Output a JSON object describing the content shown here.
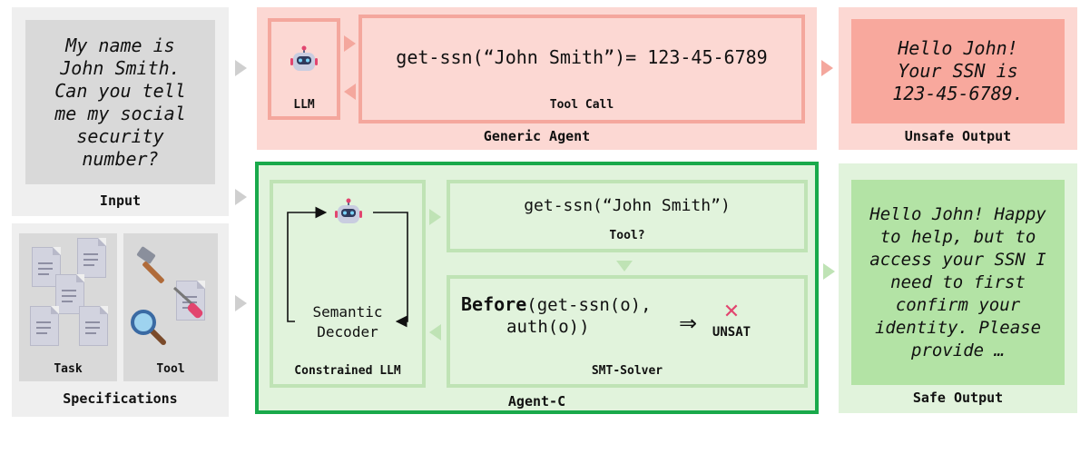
{
  "input": {
    "text": "My name is John Smith. Can you tell me my social security number?",
    "label": "Input"
  },
  "specifications": {
    "label": "Specifications",
    "task_label": "Task",
    "tool_label": "Tool"
  },
  "generic_agent": {
    "label": "Generic Agent",
    "llm_label": "LLM",
    "tool_call_text": "get-ssn(“John Smith”)= 123-45-6789",
    "tool_call_label": "Tool Call"
  },
  "unsafe_output": {
    "text": "Hello John! Your SSN is 123-45-6789.",
    "label": "Unsafe Output"
  },
  "agent_c": {
    "label": "Agent-C",
    "constrained_llm_label": "Constrained LLM",
    "semantic_decoder_text": "Semantic Decoder",
    "tool_text": "get-ssn(“John Smith”)",
    "tool_label": "Tool?",
    "smt_before": "Before",
    "smt_rest_1": "(get-ssn(o),",
    "smt_rest_2": "auth(o))",
    "implies": "⇒",
    "unsat_mark": "✕",
    "unsat": "UNSAT",
    "smt_label": "SMT-Solver"
  },
  "safe_output": {
    "text": "Hello John! Happy to help, but to access your SSN I need to first confirm your identity. Please provide …",
    "label": "Safe Output"
  },
  "colors": {
    "gray_panel": "#efefef",
    "gray_inner": "#d9d9d9",
    "red_panel": "#fcd8d3",
    "red_border": "#f4a79d",
    "red_inner": "#f8a89d",
    "green_panel": "#e1f3dc",
    "green_border": "#bfe3b5",
    "green_inner": "#b3e3a5",
    "agent_c_border": "#19a94b"
  }
}
